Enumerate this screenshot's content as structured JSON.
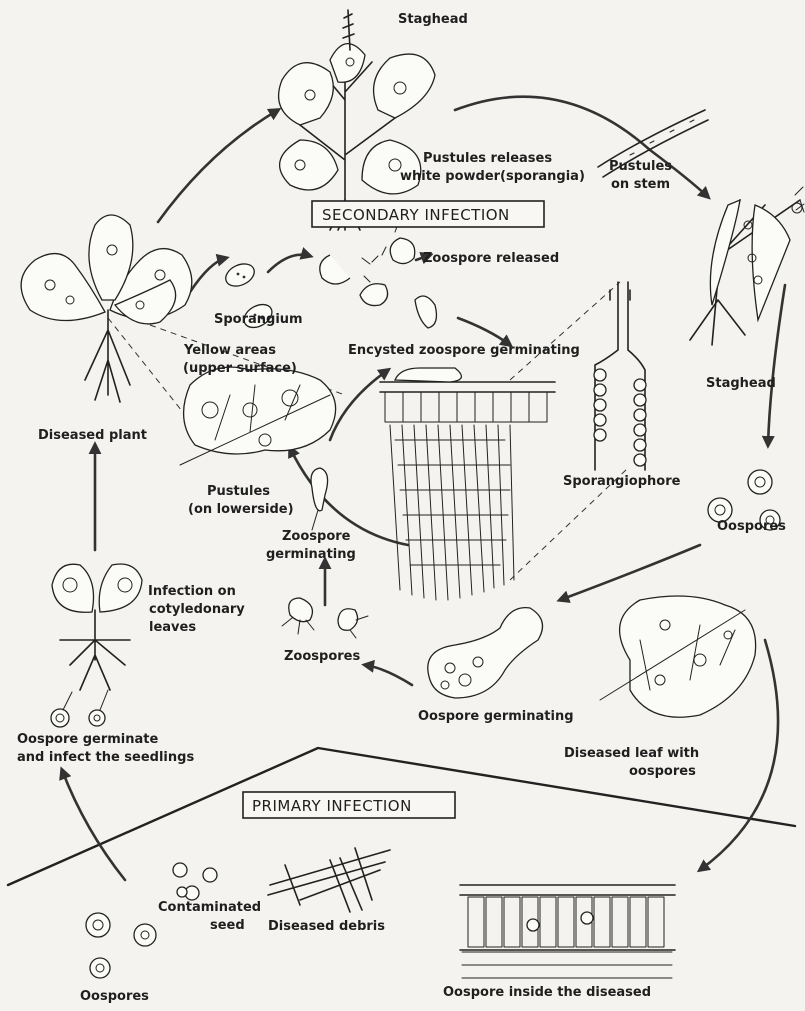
{
  "labels": {
    "staghead_top": "Staghead",
    "pustules_release": "Pustules releases",
    "white_powder": "white powder(sporangia)",
    "pustules_on_stem_1": "Pustules",
    "pustules_on_stem_2": "on stem",
    "secondary_infection": "SECONDARY INFECTION",
    "zoospore_released": "Zoospore released",
    "sporangium": "Sporangium",
    "encysted_zoospore": "Encysted zoospore germinating",
    "yellow_areas_1": "Yellow areas",
    "yellow_areas_2": "(upper surface)",
    "staghead_right": "Staghead",
    "diseased_plant": "Diseased plant",
    "sporangiophore": "Sporangiophore",
    "pustules_lower_1": "Pustules",
    "pustules_lower_2": "(on lowerside)",
    "oospores_right": "Oospores",
    "zoospore_germinating_1": "Zoospore",
    "zoospore_germinating_2": "germinating",
    "infection_cotyledonary_1": "Infection on",
    "infection_cotyledonary_2": "cotyledonary",
    "infection_cotyledonary_3": "leaves",
    "zoospores": "Zoospores",
    "oospore_germinating": "Oospore germinating",
    "oospore_germinate_1": "Oospore germinate",
    "oospore_germinate_2": "and infect the seedlings",
    "diseased_leaf_1": "Diseased leaf with",
    "diseased_leaf_2": "oospores",
    "primary_infection": "PRIMARY INFECTION",
    "contaminated_seed_1": "Contaminated",
    "contaminated_seed_2": "seed",
    "diseased_debris": "Diseased debris",
    "oospores_bottom": "Oospores",
    "oospore_inside": "Oospore inside the diseased"
  }
}
